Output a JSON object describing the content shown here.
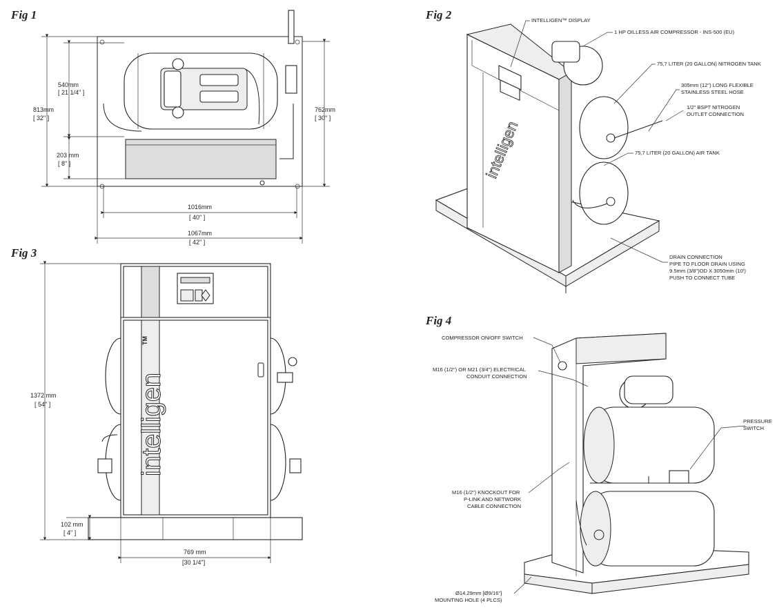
{
  "figures": {
    "fig1": {
      "title": "Fig 1",
      "dims": {
        "h540": "540mm",
        "h540_in": "[ 21 1/4\" ]",
        "h813": "813mm",
        "h813_in": "[ 32\" ]",
        "h203": "203 mm",
        "h203_in": "[ 8\" ]",
        "h762": "762mm",
        "h762_in": "[ 30\" ]",
        "w1016": "1016mm",
        "w1016_in": "[ 40\" ]",
        "w1067": "1067mm",
        "w1067_in": "[ 42\" ]"
      }
    },
    "fig2": {
      "title": "Fig 2",
      "brand": "intelligen",
      "callouts": {
        "display": "INTELLIGEN™ DISPLAY",
        "compressor": "1 HP OILLESS AIR COMPRESSOR - INS-500 (EU)",
        "n2_tank": "75,7 LITER (20 GALLON) NITROGEN TANK",
        "hose_1": "305mm (12\") LONG FLEXIBLE",
        "hose_2": "STAINLESS STEEL HOSE",
        "outlet_1": "1/2\" BSPT NITROGEN",
        "outlet_2": "OUTLET CONNECTION",
        "air_tank": "75,7 LITER (20 GALLON) AIR TANK",
        "drain_1": "DRAIN CONNECTION",
        "drain_2": "PIPE TO FLOOR DRAIN USING",
        "drain_3": "9.5mm (3/8\")OD X 3050mm (10')",
        "drain_4": "PUSH TO CONNECT TUBE"
      }
    },
    "fig3": {
      "title": "Fig 3",
      "brand": "intelligen",
      "tm": "TM",
      "dims": {
        "h1372": "1372 mm",
        "h1372_in": "[ 54\" ]",
        "h102": "102 mm",
        "h102_in": "[ 4\" ]",
        "w769": "769 mm",
        "w769_in": "[30 1/4\"]"
      }
    },
    "fig4": {
      "title": "Fig 4",
      "callouts": {
        "switch": "COMPRESSOR ON/OFF SWITCH",
        "conduit_1": "M16 (1/2\") OR M21 (3/4\") ELECTRICAL",
        "conduit_2": "CONDUIT CONNECTION",
        "pressure_1": "PRESSURE",
        "pressure_2": "SWITCH",
        "knockout_1": "M16 (1/2\") KNOCKOUT FOR",
        "knockout_2": "P-LINK AND NETWORK",
        "knockout_3": "CABLE CONNECTION",
        "mount_1": "Ø14.29mm [Ø9/16\"]",
        "mount_2": "MOUNTING HOLE (4 PLCS)"
      }
    }
  }
}
